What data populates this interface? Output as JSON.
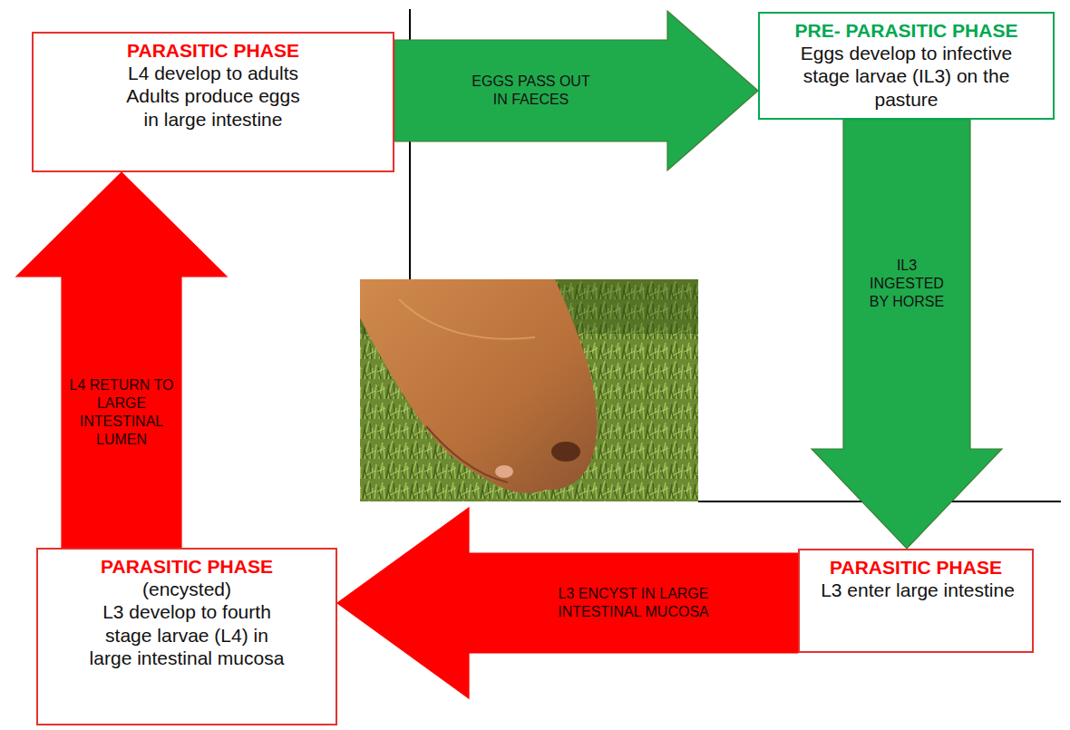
{
  "diagram": {
    "nodes": [
      {
        "text": [
          "PARASITIC PHASE",
          "L4 develop to adults Adults produce eggs in large intestine"
        ]
      },
      {
        "text": [
          "PRE- PARASITIC PHASE",
          "Eggs develop to infective stage larvae (IL3) on the pasture"
        ]
      },
      {
        "text": [
          "PARASITIC PHASE",
          "L3 enter large intestine"
        ]
      },
      {
        "text": [
          "PARASITIC PHASE",
          "(encysted)",
          "L3 develop to fourth stage larvae (L4) in large intestinal mucosa"
        ]
      }
    ],
    "edges": [
      {
        "from": 0,
        "to": 1,
        "label": "EGGS PASS OUT IN FAECES",
        "arrow": "to"
      },
      {
        "from": 1,
        "to": 2,
        "label": "IL3 INGESTED BY HORSE",
        "arrow": "to"
      },
      {
        "from": 2,
        "to": 3,
        "label": "L3 ENCYST IN LARGE INTESTINAL MUCOSA",
        "arrow": "to"
      },
      {
        "from": 3,
        "to": 0,
        "label": "L4 RETURN TO LARGE INTESTINAL LUMEN",
        "arrow": "to"
      }
    ]
  }
}
